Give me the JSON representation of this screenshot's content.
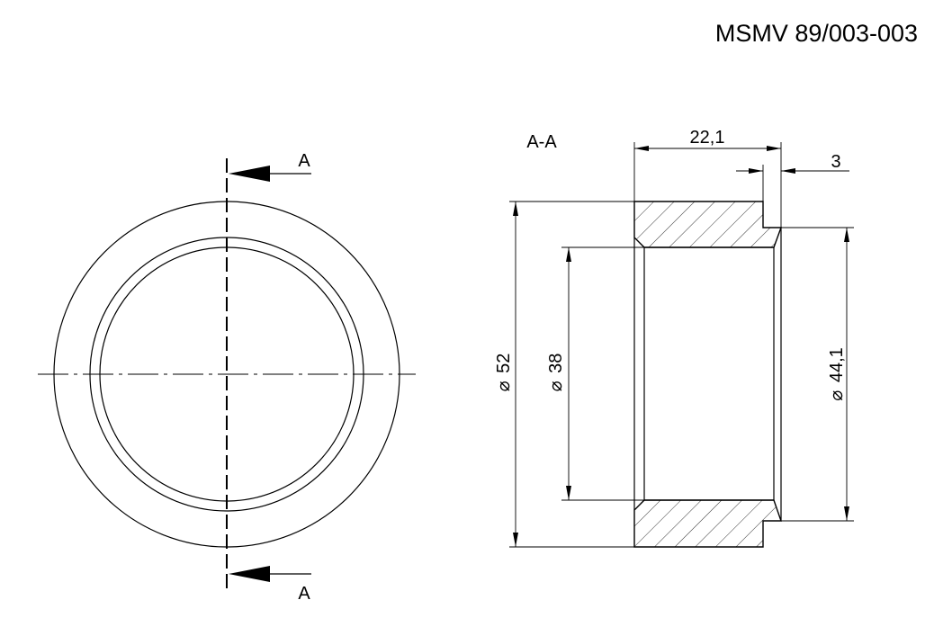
{
  "document": {
    "number": "MSMV 89/003-003"
  },
  "front_view": {
    "section_marker_top": "A",
    "section_marker_bottom": "A"
  },
  "section_view": {
    "label": "A-A",
    "dimensions": {
      "width": "22,1",
      "step": "3",
      "outer_diameter": "52",
      "inner_diameter": "38",
      "step_diameter": "44,1"
    },
    "diameter_symbol": "⌀"
  }
}
